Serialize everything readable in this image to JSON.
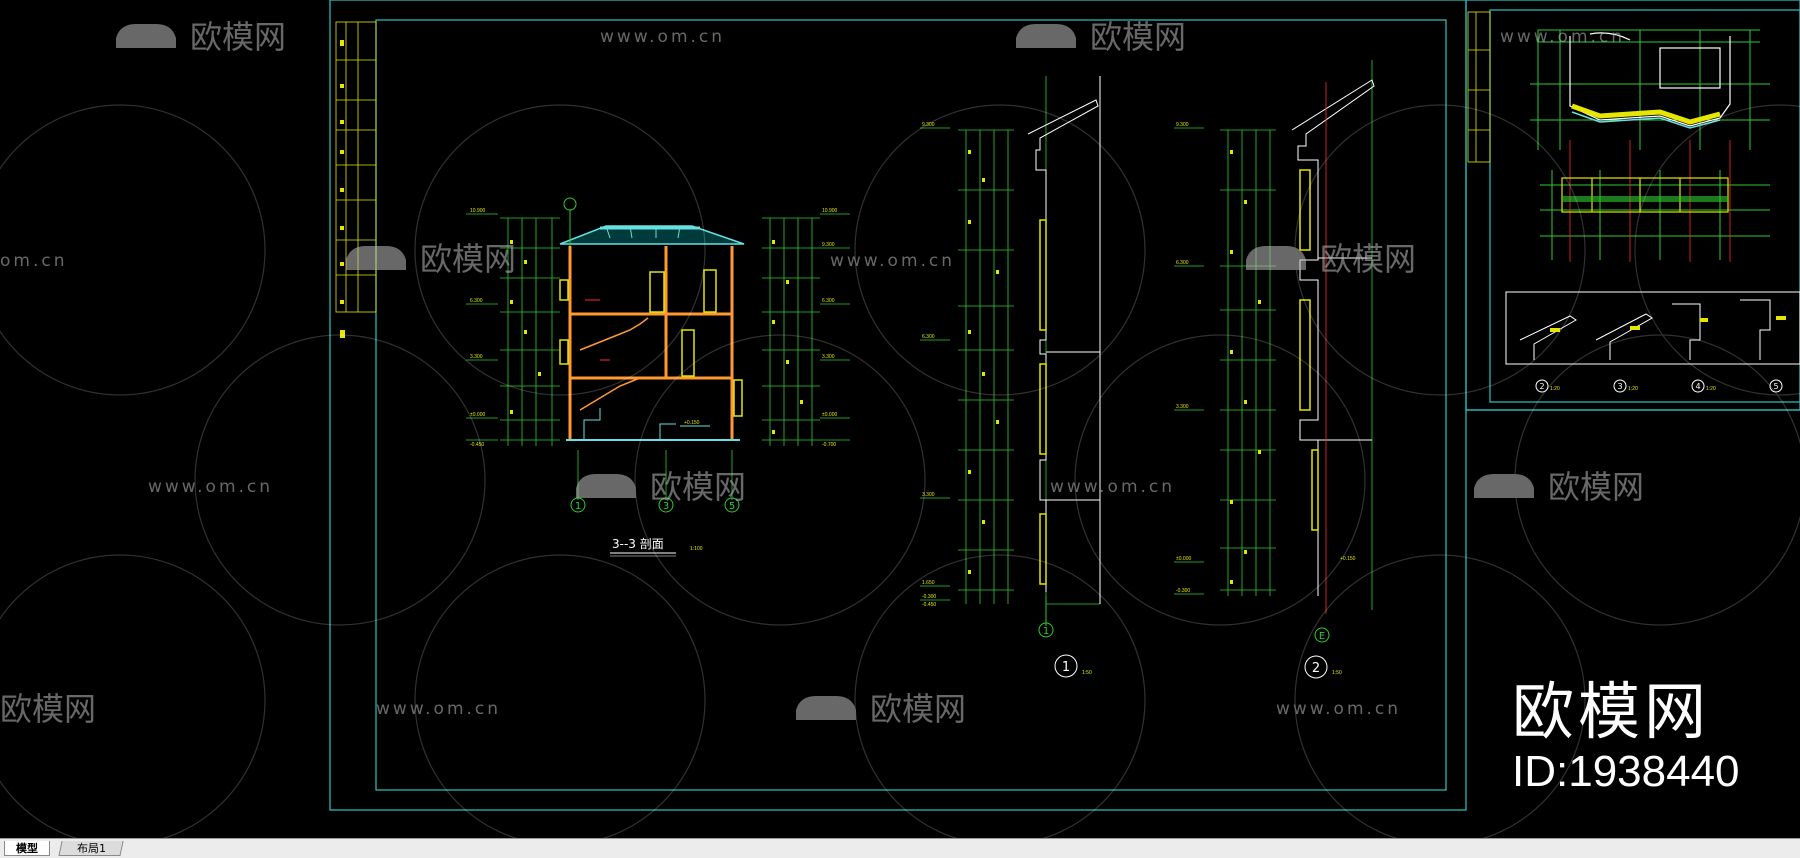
{
  "tabs": [
    {
      "label": "模型",
      "active": true
    },
    {
      "label": "布局1",
      "active": false
    }
  ],
  "watermark": {
    "brand": "欧模网",
    "url": "www.om.cn",
    "url_short": "om.cn"
  },
  "brand": {
    "name": "欧模网",
    "id": "ID:1938440"
  },
  "drawing": {
    "section_title": "3--3 剖面",
    "section_scale": "1:100",
    "axis_labels": [
      "1",
      "3",
      "5"
    ],
    "detail_axis_1": "1",
    "detail_axis_e": "E",
    "detail_1_label": "1",
    "detail_1_scale": "1:50",
    "detail_2_label": "2",
    "detail_2_scale": "1:50",
    "right_detail_labels": [
      "2",
      "3",
      "4",
      "5"
    ],
    "right_detail_scale": "1:20",
    "elevations_left": [
      "10.900",
      "6.300",
      "3.300",
      "±0.000",
      "-0.450"
    ],
    "elevations_right": [
      "10.900",
      "9.300",
      "6.300",
      "3.300",
      "±0.000",
      "-0.700"
    ],
    "detail1_elevations": [
      "9.300",
      "6.300",
      "3.300",
      "1.650",
      "-0.300",
      "-0.450"
    ],
    "detail2_elevations": [
      "9.300",
      "6.300",
      "3.300",
      "±0.000",
      "-0.300"
    ],
    "floor_level_label": "+0.150",
    "detail2_floor_label": "+0.150"
  },
  "colors": {
    "background": "#000000",
    "frame_cyan": "#2ec4c4",
    "dimension_green": "#2ecc2e",
    "cad_yellow": "#e6e600",
    "wall_orange": "#ff9933",
    "roof_cyan": "#66e0e0",
    "axis_red": "#ff2a2a",
    "tab_bar": "#ececec"
  }
}
